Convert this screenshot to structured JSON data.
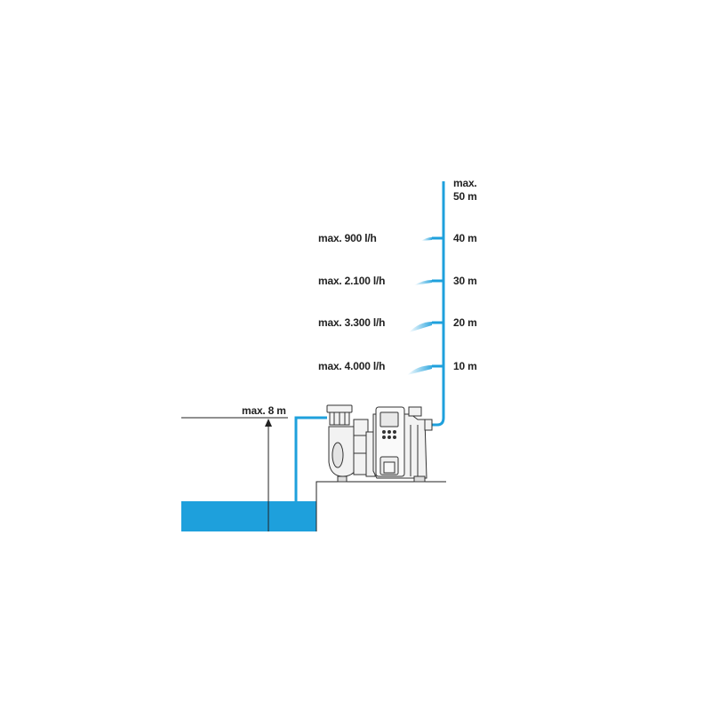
{
  "colors": {
    "water": "#1ea0dc",
    "pipe": "#1ea0dc",
    "line": "#222222",
    "pump_body": "#f2f2f2",
    "pump_outline": "#333333"
  },
  "height_labels": {
    "top_line1": "max.",
    "top_line2": "50 m",
    "h40": "40 m",
    "h30": "30 m",
    "h20": "20 m",
    "h10": "10 m"
  },
  "flow_labels": {
    "f900": "max. 900 l/h",
    "f2100": "max. 2.100 l/h",
    "f3300": "max. 3.300 l/h",
    "f4000": "max. 4.000 l/h"
  },
  "suction_label": "max. 8 m"
}
